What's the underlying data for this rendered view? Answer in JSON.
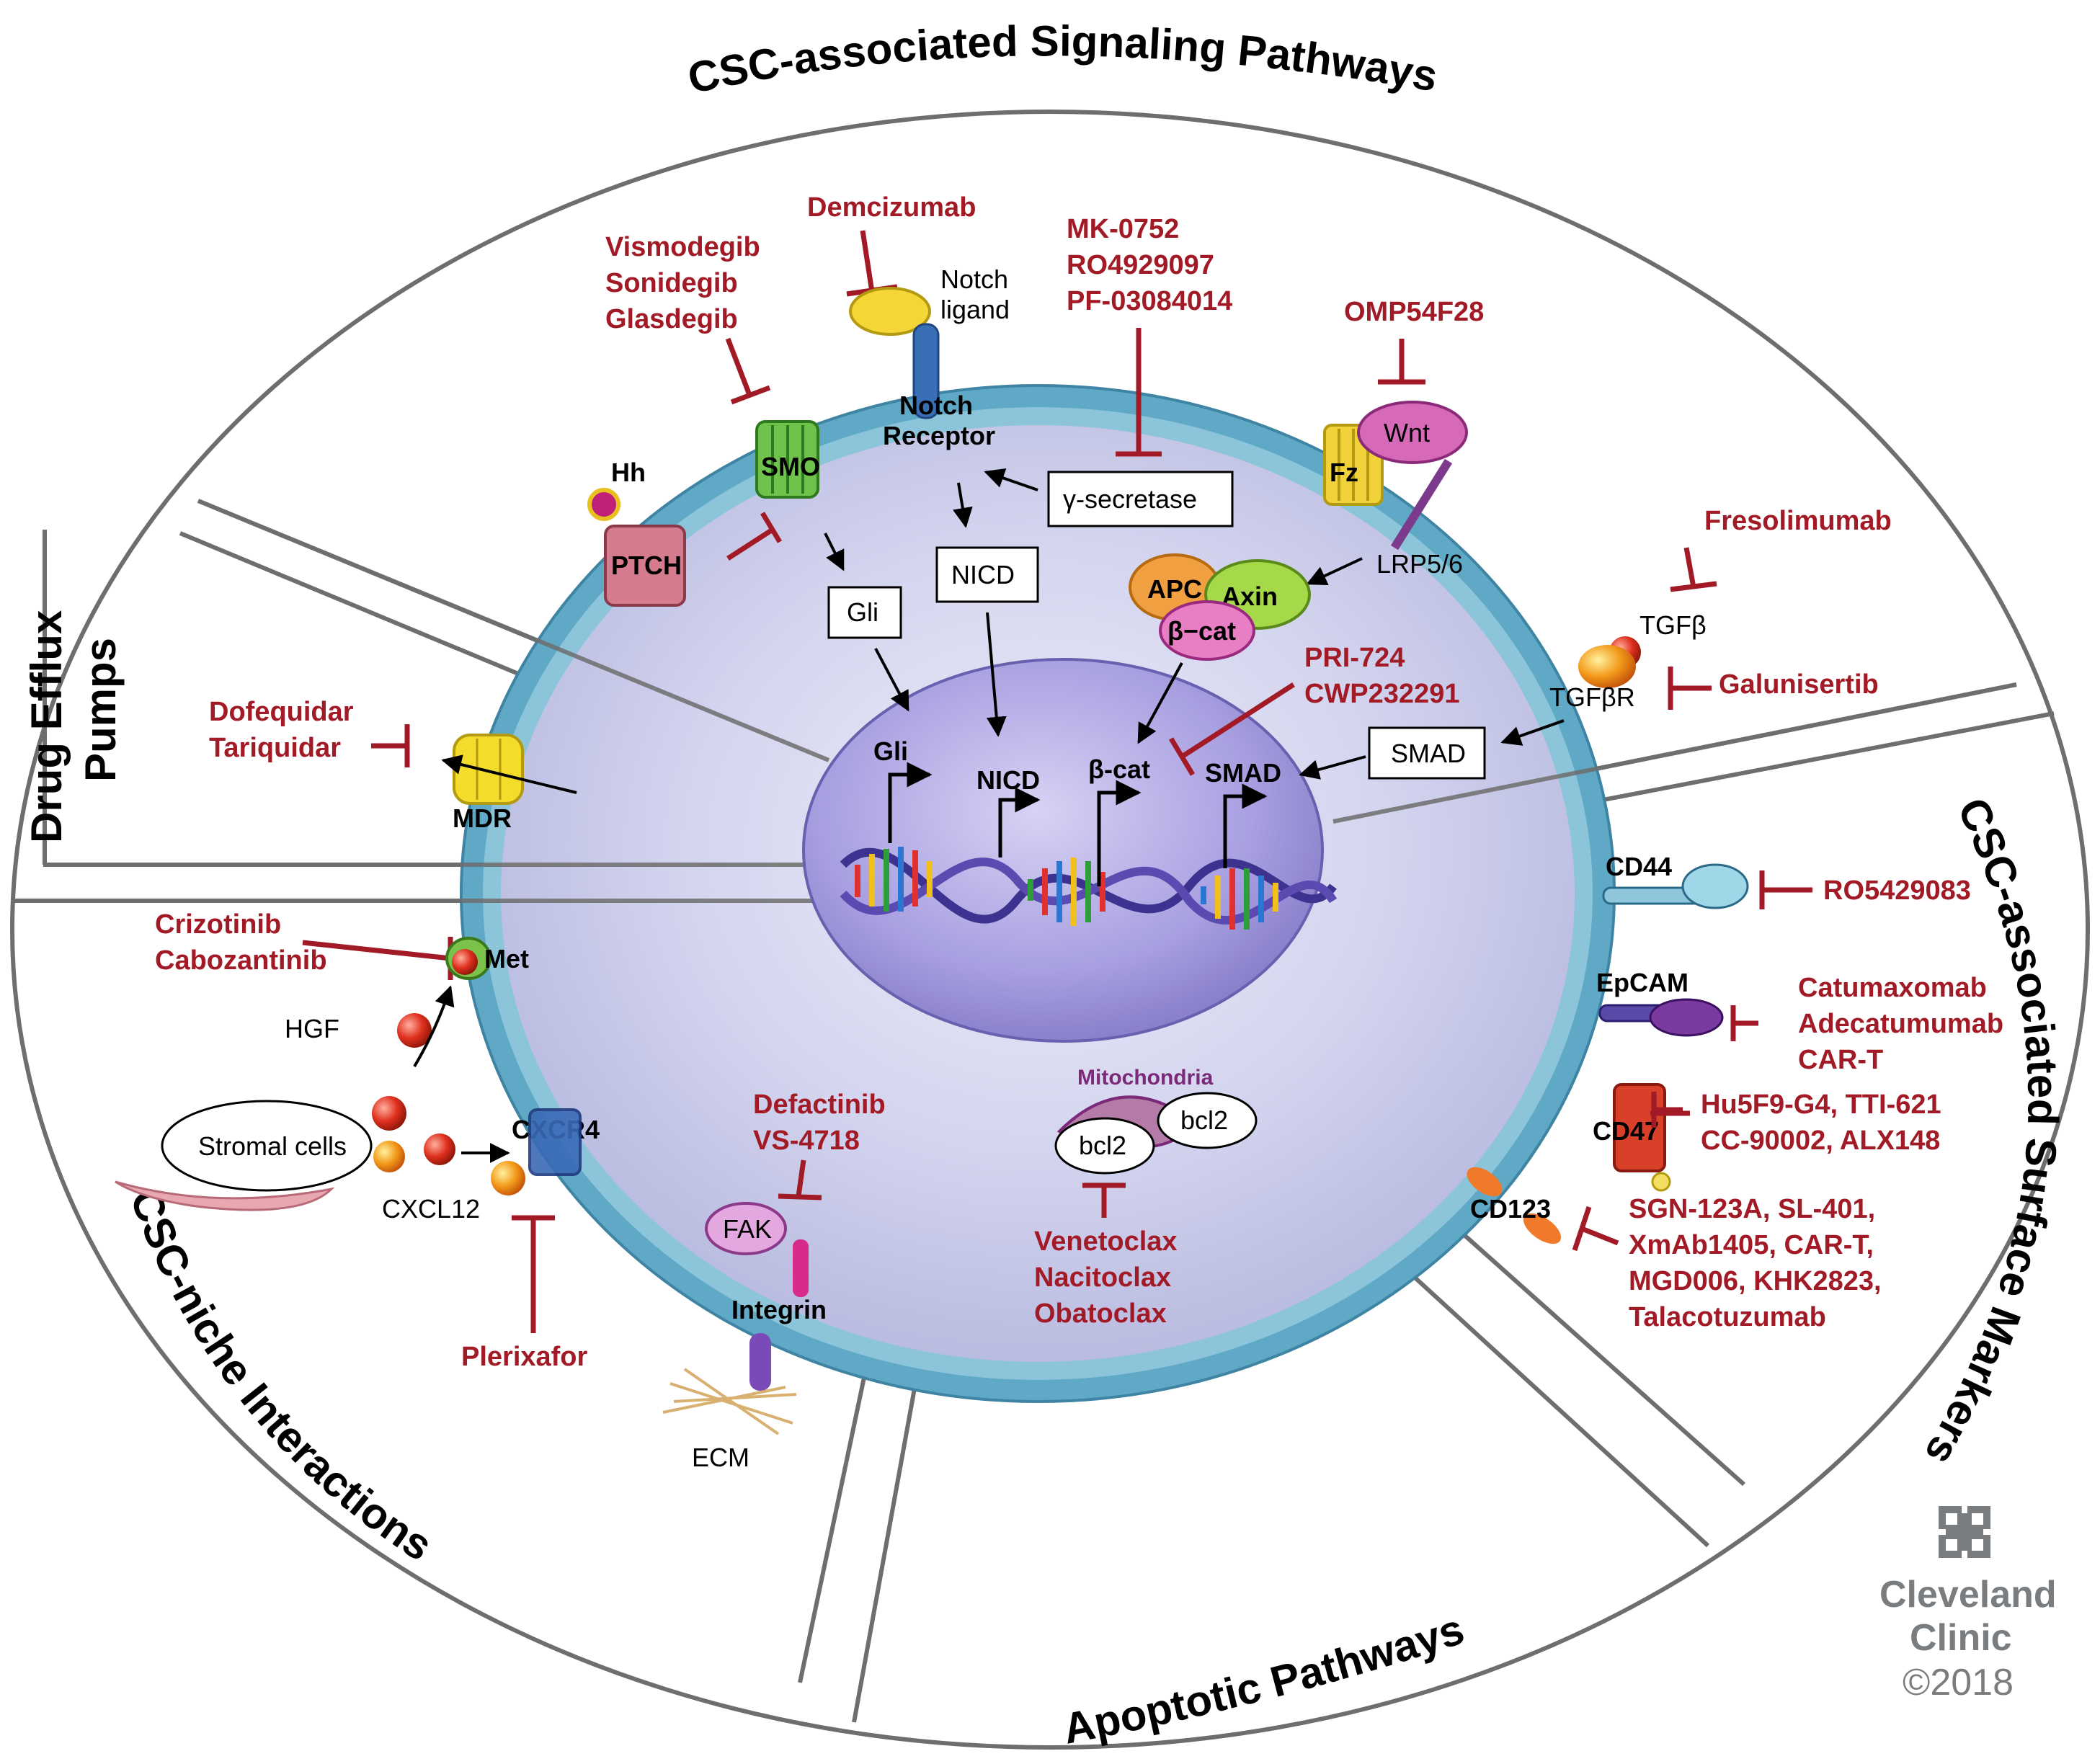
{
  "sections": {
    "signaling": "CSC-associated Signaling Pathways",
    "efflux_line1": "Drug Efflux",
    "efflux_line2": "Pumps",
    "surface": "CSC-associated Surface Markers",
    "niche": "CSC-niche Interactions",
    "apoptotic": "Apoptotic Pathways"
  },
  "drugs": {
    "hh": [
      "Vismodegib",
      "Sonidegib",
      "Glasdegib"
    ],
    "notch_ab": "Demcizumab",
    "gsec": [
      "MK-0752",
      "RO4929097",
      "PF-03084014"
    ],
    "wnt_ab": "OMP54F28",
    "tgfb_ab": "Fresolimumab",
    "tgfbr": "Galunisertib",
    "bcat": [
      "PRI-724",
      "CWP232291"
    ],
    "mdr": [
      "Dofequidar",
      "Tariquidar"
    ],
    "cd44": "RO5429083",
    "epcam": [
      "Catumaxomab",
      "Adecatumumab",
      "CAR-T"
    ],
    "cd47": [
      "Hu5F9-G4, TTI-621",
      "CC-90002, ALX148"
    ],
    "cd123": [
      "SGN-123A, SL-401,",
      "XmAb1405, CAR-T,",
      "MGD006, KHK2823,",
      "Talacotuzumab"
    ],
    "met": [
      "Crizotinib",
      "Cabozantinib"
    ],
    "fak": [
      "Defactinib",
      "VS-4718"
    ],
    "cxcr4": "Plerixafor",
    "bcl2": [
      "Venetoclax",
      "Nacitoclax",
      "Obatoclax"
    ]
  },
  "molecules": {
    "notch_ligand": [
      "Notch",
      "ligand"
    ],
    "notch_receptor": [
      "Notch",
      "Receptor"
    ],
    "gamma_secretase": "γ-secretase",
    "nicd_box": "NICD",
    "gli_box": "Gli",
    "smo": "SMO",
    "hh": "Hh",
    "ptch": "PTCH",
    "wnt": "Wnt",
    "fz": "Fz",
    "lrp": "LRP5/6",
    "apc": "APC",
    "axin": "Axin",
    "bcat_complex": "β−cat",
    "tgfb": "TGFβ",
    "tgfbr": "TGFβR",
    "smad_box": "SMAD",
    "mdr": "MDR",
    "cd44": "CD44",
    "epcam": "EpCAM",
    "cd47": "CD47",
    "cd123": "CD123",
    "met": "Met",
    "hgf": "HGF",
    "stromal": "Stromal cells",
    "cxcl12": "CXCL12",
    "cxcr4": "CXCR4",
    "fak": "FAK",
    "integrin": "Integrin",
    "ecm": "ECM",
    "mito": "Mitochondria",
    "bcl2a": "bcl2",
    "bcl2b": "bcl2",
    "nuc_gli": "Gli",
    "nuc_nicd": "NICD",
    "nuc_bcat": "β-cat",
    "nuc_smad": "SMAD"
  },
  "logo": {
    "line1": "Cleveland",
    "line2": "Clinic",
    "line3": "©2018"
  },
  "colors": {
    "drug_red": "#a11a25",
    "membrane": "#5fa9c6",
    "cytoplasm": "#c9cbe8",
    "nucleus": "#9a92d8",
    "divider": "#6e6e6e"
  }
}
